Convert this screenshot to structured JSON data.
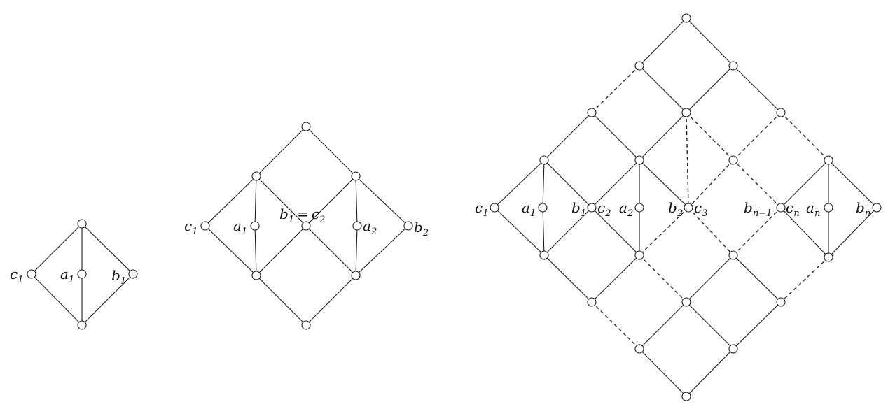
{
  "colors": {
    "stroke": "#1a1a1a",
    "node_fill": "#ffffff",
    "text": "#111111"
  },
  "diagrams": [
    {
      "id": "lattice-n1",
      "labels": [
        {
          "id": "c1",
          "base": "c",
          "sub": "1"
        },
        {
          "id": "a1",
          "base": "a",
          "sub": "1"
        },
        {
          "id": "b1",
          "base": "b",
          "sub": "1"
        }
      ]
    },
    {
      "id": "lattice-n2",
      "labels": [
        {
          "id": "c1",
          "base": "c",
          "sub": "1"
        },
        {
          "id": "a1",
          "base": "a",
          "sub": "1"
        },
        {
          "id": "b1c2",
          "base": "b",
          "sub": "1",
          "op": "=",
          "base2": "c",
          "sub2": "2"
        },
        {
          "id": "a2",
          "base": "a",
          "sub": "2"
        },
        {
          "id": "b2",
          "base": "b",
          "sub": "2"
        }
      ]
    },
    {
      "id": "lattice-general",
      "labels": [
        {
          "id": "c1",
          "base": "c",
          "sub": "1"
        },
        {
          "id": "a1",
          "base": "a",
          "sub": "1"
        },
        {
          "id": "b1",
          "base": "b",
          "sub": "1"
        },
        {
          "id": "c2",
          "base": "c",
          "sub": "2"
        },
        {
          "id": "a2",
          "base": "a",
          "sub": "2"
        },
        {
          "id": "b2",
          "base": "b",
          "sub": "2"
        },
        {
          "id": "c3",
          "base": "c",
          "sub": "3"
        },
        {
          "id": "bn1",
          "base": "b",
          "sub": "n−1"
        },
        {
          "id": "cn",
          "base": "c",
          "sub": "n"
        },
        {
          "id": "an",
          "base": "a",
          "sub": "n"
        },
        {
          "id": "bn",
          "base": "b",
          "sub": "n"
        }
      ]
    }
  ]
}
